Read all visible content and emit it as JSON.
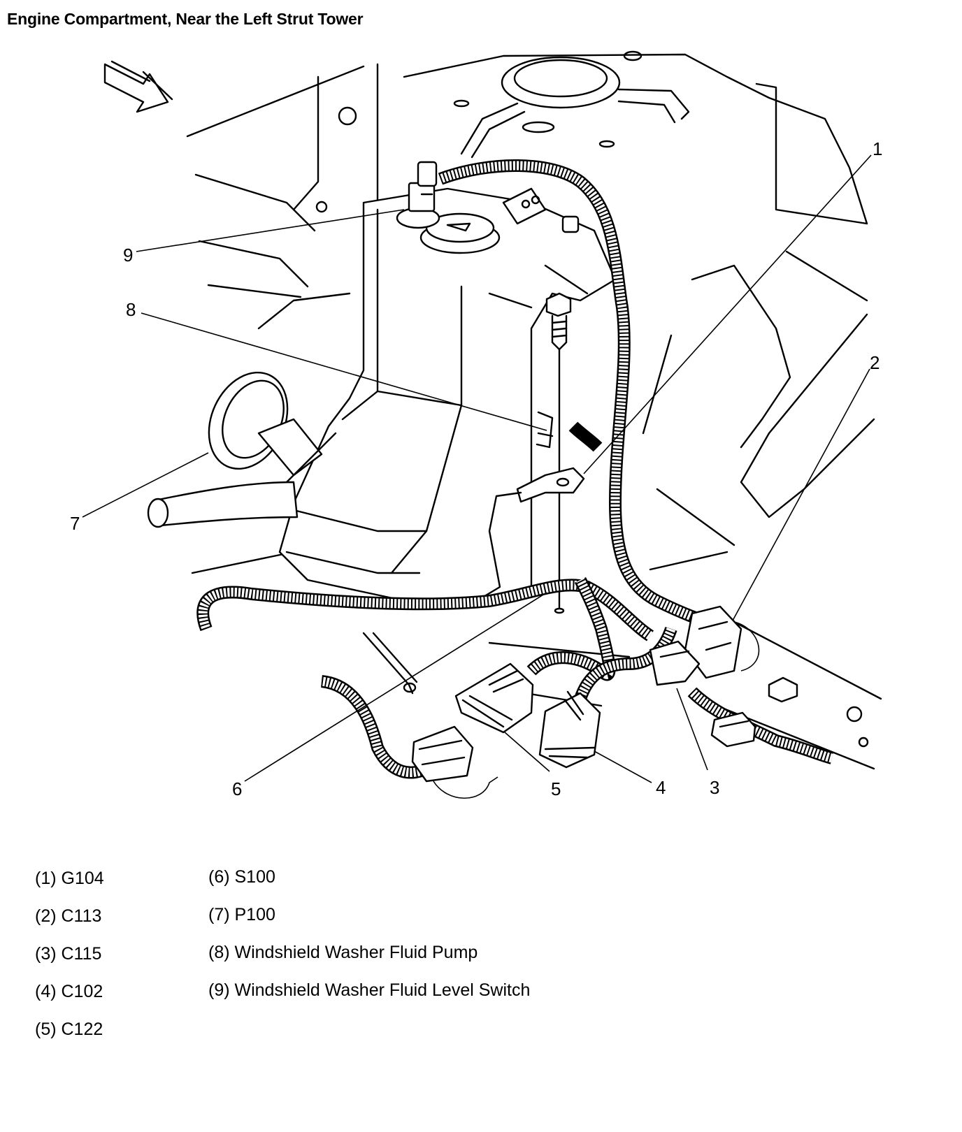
{
  "title": "Engine Compartment, Near the Left Strut Tower",
  "callouts": [
    "1",
    "2",
    "3",
    "4",
    "5",
    "6",
    "7",
    "8",
    "9"
  ],
  "legend": [
    "(1) G104",
    "(2) C113",
    "(3) C115",
    "(4) C102",
    "(5) C122",
    "(6) S100",
    "(7) P100",
    "(8) Windshield Washer Fluid Pump",
    "(9) Windshield Washer Fluid Level Switch"
  ]
}
